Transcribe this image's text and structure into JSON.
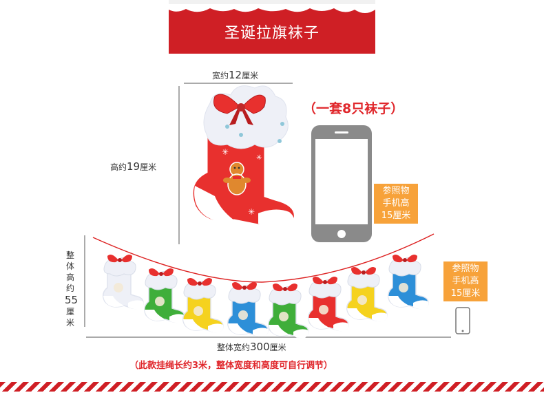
{
  "header": {
    "title": "圣诞拉旗袜子"
  },
  "single_stocking": {
    "width_label": {
      "prefix": "宽约",
      "value": "12",
      "unit": "厘米"
    },
    "height_label": {
      "prefix": "高约",
      "value": "19",
      "unit": "厘米"
    }
  },
  "set_note": "（一套8只袜子）",
  "phone_reference_top": [
    "参照物",
    "手机高",
    "15厘米"
  ],
  "phone_reference_bottom": [
    "参照物",
    "手机高",
    "15厘米"
  ],
  "garland": {
    "height_label": {
      "chars": [
        "整",
        "体",
        "高",
        "约"
      ],
      "value": "55",
      "unit": "厘米"
    },
    "width_label": {
      "prefix": "整体宽约",
      "value": "300",
      "unit": "厘米"
    },
    "stocking_colors": [
      "#eef0f7",
      "#3fae3a",
      "#f5d21e",
      "#2d8fd8",
      "#3fae3a",
      "#e8302e",
      "#f5d21e",
      "#2d8fd8"
    ]
  },
  "footer_note": "（此款挂绳长约3米，整体宽度和高度可自行调节）",
  "colors": {
    "brand_red": "#cf1f25",
    "accent_red": "#e0262b",
    "orange": "#f7a23a",
    "phone_gray": "#8a8a8a"
  }
}
